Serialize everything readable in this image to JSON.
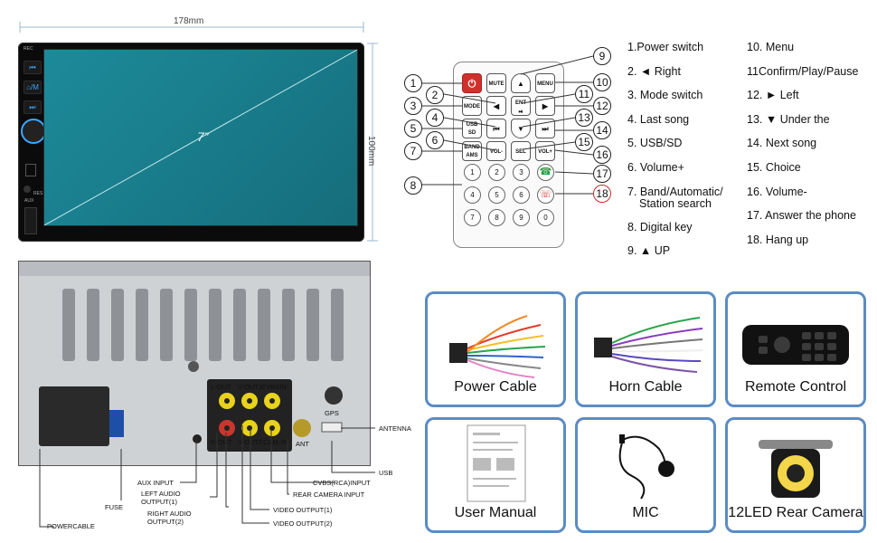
{
  "dimensions": {
    "width": "178mm",
    "height": "100mm"
  },
  "front": {
    "screen_label": "7”",
    "side_labels": [
      "REC",
      "RES",
      "AUX"
    ],
    "mode_btn": "⌂/M"
  },
  "remote": {
    "keys": {
      "mute": "MUTE",
      "menu": "MENU",
      "mode": "MODE",
      "usbsd": "USB SD",
      "bandams": "BAND AMS",
      "volminus": "VOL-",
      "sel": "SEL",
      "volplus": "VOL+",
      "ent": "ENT"
    },
    "numbers": [
      "1",
      "2",
      "3",
      "4",
      "5",
      "6",
      "7",
      "8",
      "9",
      "0"
    ],
    "callouts": [
      "1",
      "2",
      "3",
      "4",
      "5",
      "6",
      "7",
      "8",
      "9",
      "10",
      "11",
      "12",
      "13",
      "14",
      "15",
      "16",
      "17",
      "18"
    ]
  },
  "legend_left": [
    "1.Power switch",
    "2. ◄ Right",
    "3. Mode switch",
    "4. Last song",
    "5. USB/SD",
    "6. Volume+",
    "7. Band/Automatic/",
    "Station search",
    "8. Digital key",
    "9. ▲ UP"
  ],
  "legend_right": [
    "10. Menu",
    "11Confirm/Play/Pause",
    "12. ► Left",
    "13. ▼ Under the",
    "14. Next song",
    "15. Choice",
    "16. Volume-",
    "17. Answer the phone",
    "18. Hang up"
  ],
  "back_ports": {
    "l_out": "L-OUT",
    "v_out1": "V-OUT1",
    "cvbsin": "CVBSIN",
    "r_out": "R-OUT",
    "v_out2": "V-OUT2",
    "camin": "CAM-IN",
    "ant": "ANT",
    "gps": "GPS"
  },
  "back_labels": {
    "antenna": "ANTENNA",
    "usb": "USB",
    "cvbs": "CVBS(RCA)INPUT",
    "rear_cam": "REAR CAMERA INPUT",
    "video1": "VIDEO OUTPUT(1)",
    "video2": "VIDEO OUTPUT(2)",
    "aux": "AUX INPUT",
    "left_audio": "LEFT AUDIO",
    "left_audio2": "OUTPUT(1)",
    "right_audio": "RIGHT AUDIO",
    "right_audio2": "OUTPUT(2)",
    "fuse": "FUSE",
    "powercable": "POWERCABLE"
  },
  "accessories": [
    "Power Cable",
    "Horn Cable",
    "Remote Control",
    "User Manual",
    "MIC",
    "12LED Rear Camera"
  ],
  "colors": {
    "tile_border": "#5b8cc4",
    "screen": "#1a7f8e",
    "power_red": "#d0312d"
  }
}
